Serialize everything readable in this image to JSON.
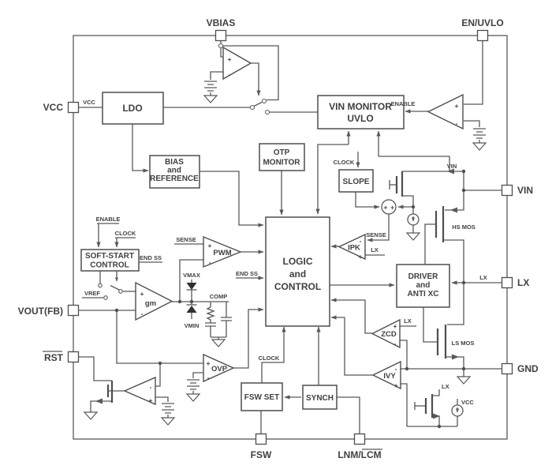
{
  "pins": {
    "vcc": "VCC",
    "vbias": "VBIAS",
    "en_uvlo": "EN/UVLO",
    "vin": "VIN",
    "lx": "LX",
    "gnd": "GND",
    "fsw": "FSW",
    "lnm_lcm": "LNM/LCM",
    "vout_fb": "VOUT(FB)",
    "rst": "RST"
  },
  "blocks": {
    "ldo": "LDO",
    "bias": [
      "BIAS",
      "and",
      "REFERENCE"
    ],
    "otp": [
      "OTP",
      "MONITOR"
    ],
    "vin_monitor": [
      "VIN MONITOR",
      "UVLO"
    ],
    "soft_start": [
      "SOFT-START",
      "CONTROL"
    ],
    "logic": [
      "LOGIC",
      "and",
      "CONTROL"
    ],
    "slope": "SLOPE",
    "driver": [
      "DRIVER",
      "and",
      "ANTI XC"
    ],
    "fsw_set": "FSW SET",
    "synch": "SYNCH"
  },
  "amps": {
    "pwm": "PWM",
    "gm": "gm",
    "ovp": "OVP",
    "ipk": "IPK",
    "zcd": "ZCD",
    "ivy": "IVY"
  },
  "transistors": {
    "hs": "HS MOS",
    "ls": "LS MOS"
  },
  "nets": {
    "vcc": "VCC",
    "vin": "VIN",
    "vref": "VREF",
    "vmax": "VMAX",
    "vmin": "VMIN",
    "comp": "COMP",
    "sense": "SENSE",
    "lx": "LX",
    "clock": "CLOCK",
    "enable": "ENABLE",
    "end_ss": "END SS"
  },
  "marks": {
    "plus": "+",
    "minus": "-"
  },
  "colors": {
    "line": "#58595b",
    "text": "#404042",
    "background": "#ffffff"
  }
}
